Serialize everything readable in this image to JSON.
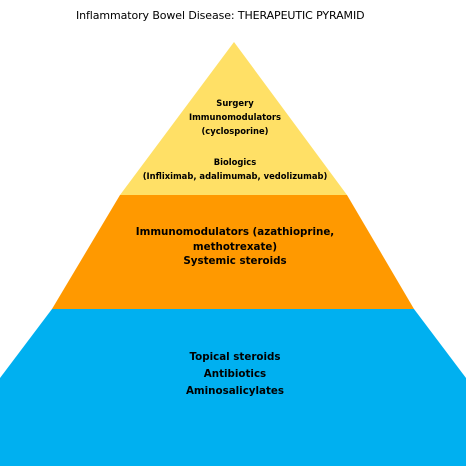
{
  "title": "Inflammatory Bowel Disease: THERAPEUTIC PYRAMID",
  "colors": {
    "top_tier": "#FFE066",
    "middle_tier": "#FF9900",
    "bottom_tier": "#00B0F0",
    "text": "#000000"
  },
  "pyramid": {
    "top": {
      "lines": [
        "Surgery",
        "Immunomodulators",
        "(cyclosporine)",
        "Biologics",
        "(Infliximab, adalimumab, vedolizumab)"
      ]
    },
    "middle": {
      "lines": [
        "Immunomodulators (azathioprine,",
        "methotrexate)",
        "Systemic steroids"
      ]
    },
    "bottom": {
      "lines": [
        "Topical steroids",
        "Antibiotics",
        "Aminosalicylates"
      ]
    }
  }
}
